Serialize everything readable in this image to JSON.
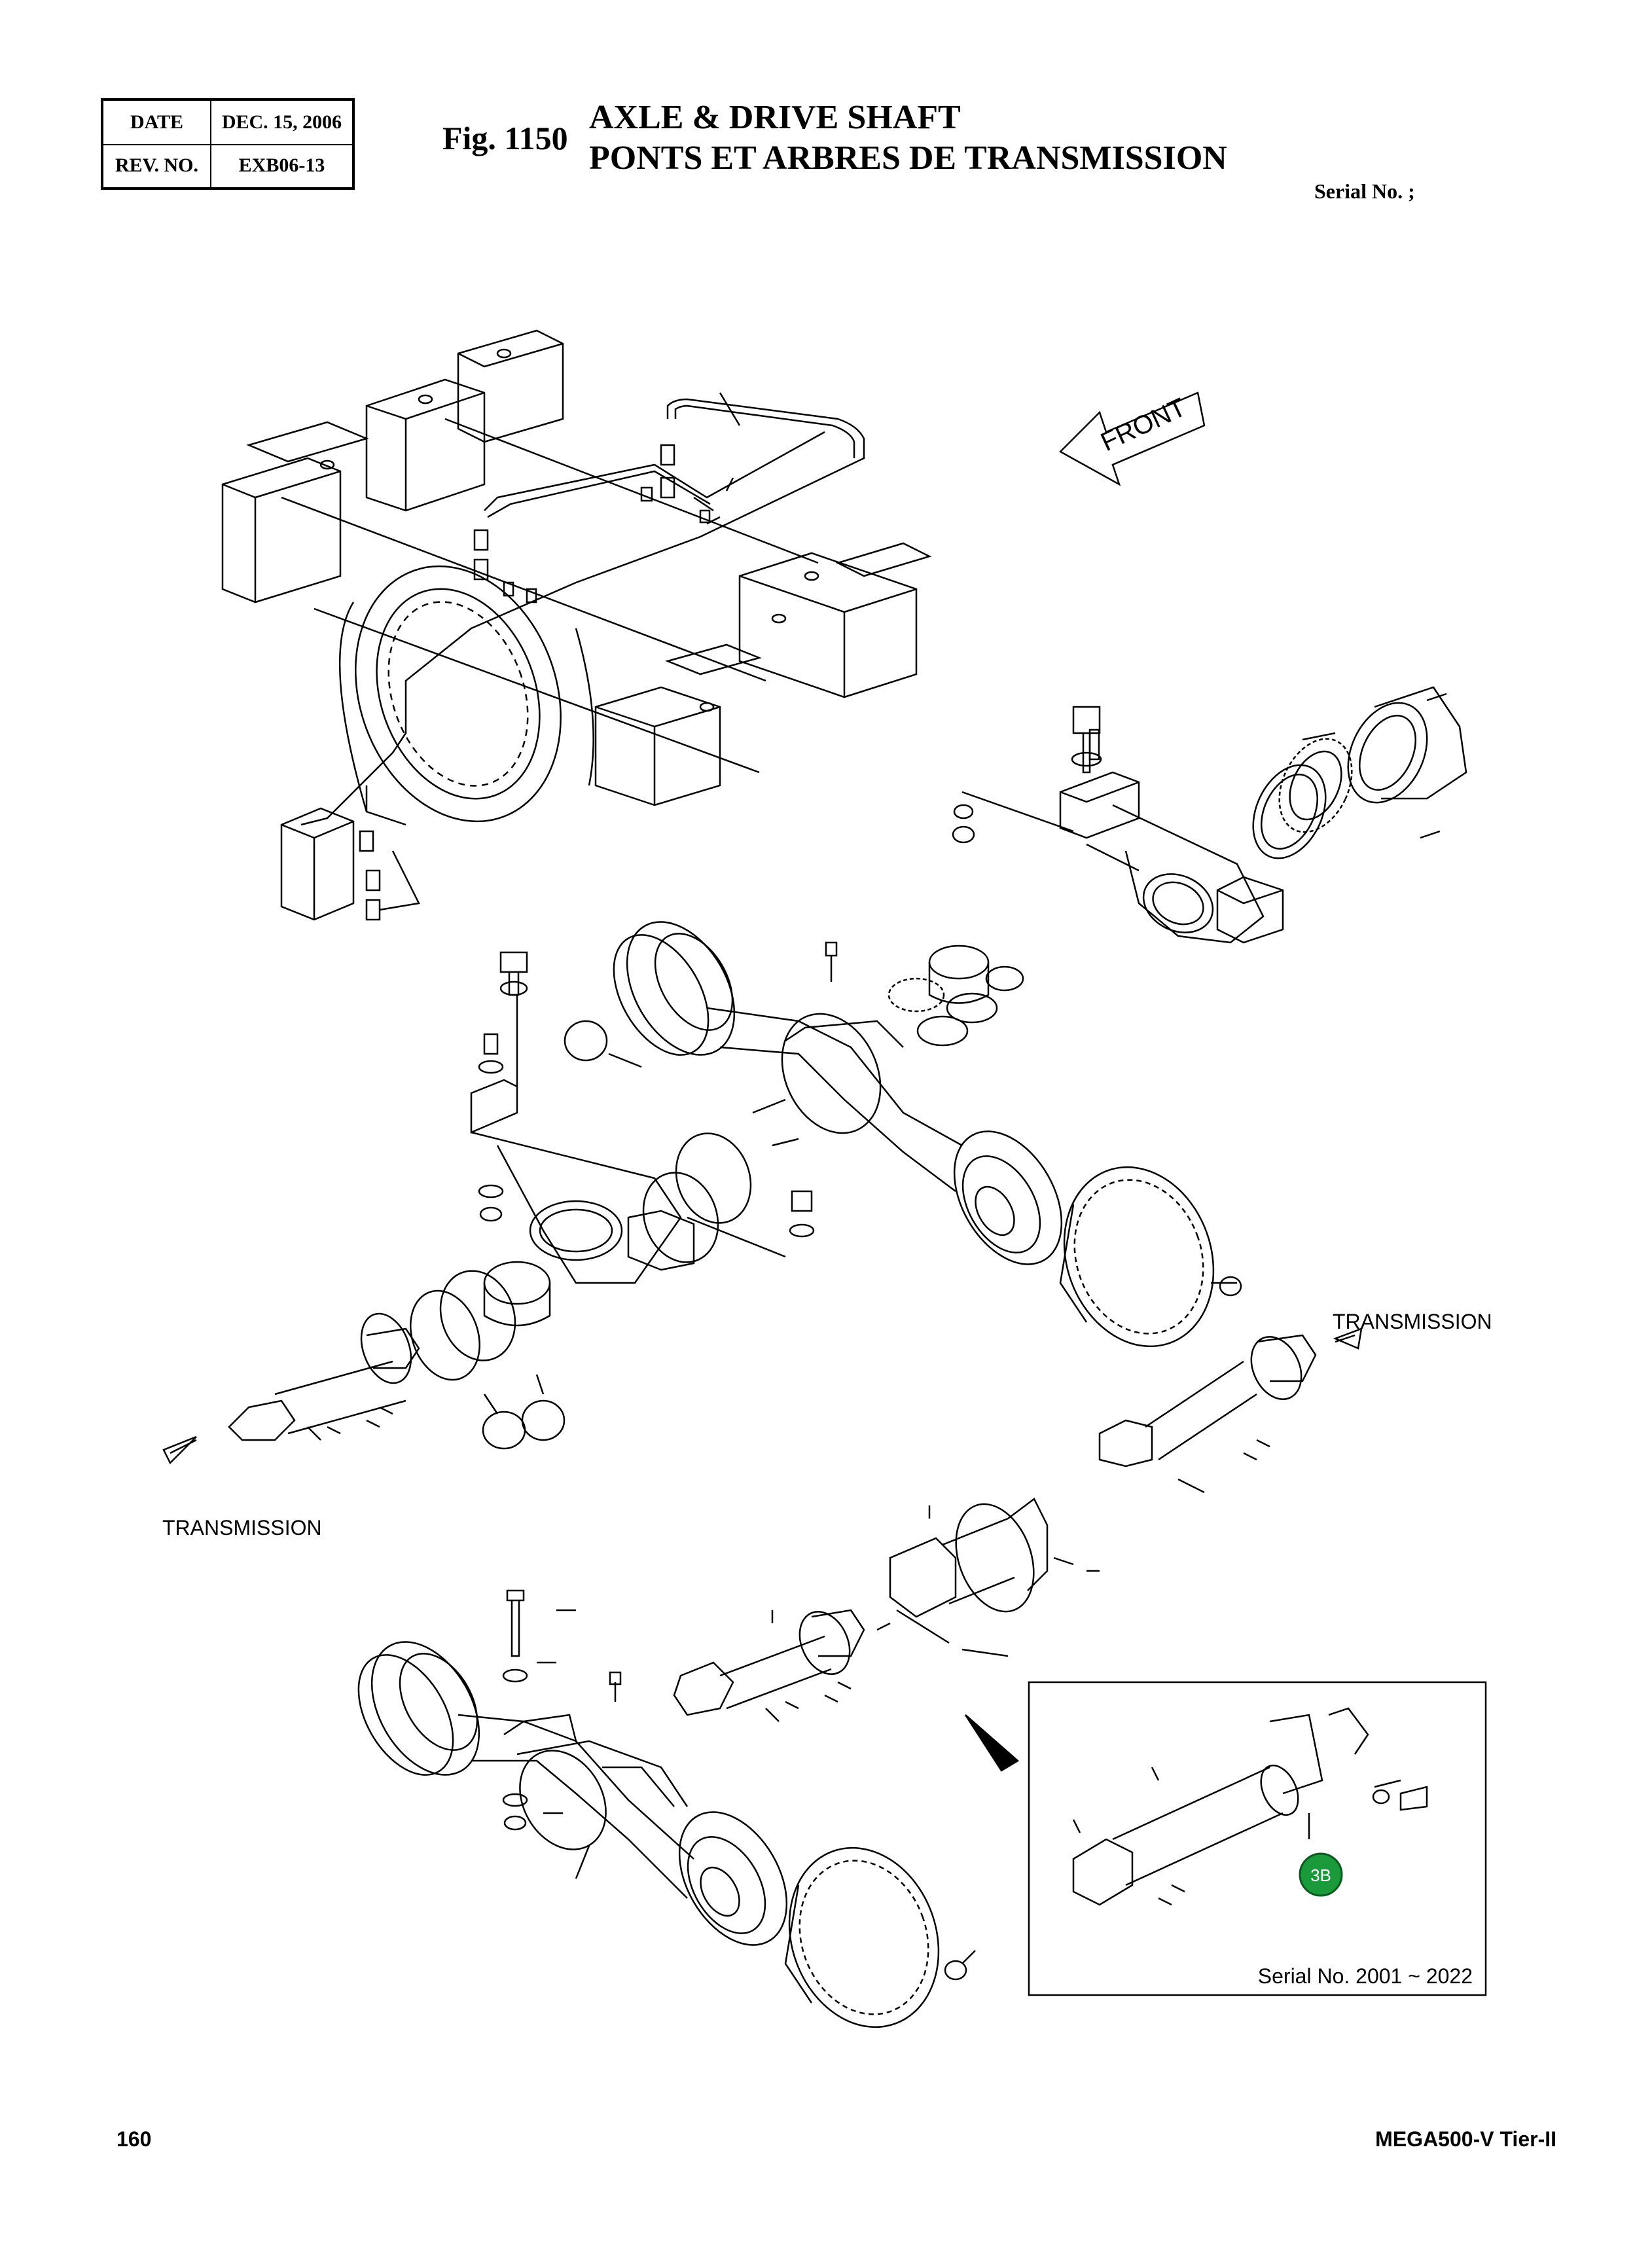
{
  "header": {
    "date_label": "DATE",
    "date_value": "DEC. 15, 2006",
    "rev_label": "REV. NO.",
    "rev_value": "EXB06-13",
    "fig_label": "Fig. 1150",
    "title_en": "AXLE & DRIVE SHAFT",
    "title_fr": "PONTS ET ARBRES DE TRANSMISSION",
    "serial": "Serial No. ;"
  },
  "diagram": {
    "front_label": "FRONT",
    "transmission_right": "TRANSMISSION",
    "transmission_left": "TRANSMISSION",
    "inset_callout": "3B",
    "inset_callout_color": "#1a9a3a",
    "inset_serial": "Serial No. 2001 ~ 2022"
  },
  "footer": {
    "page_number": "160",
    "model": "MEGA500-V Tier-II"
  }
}
